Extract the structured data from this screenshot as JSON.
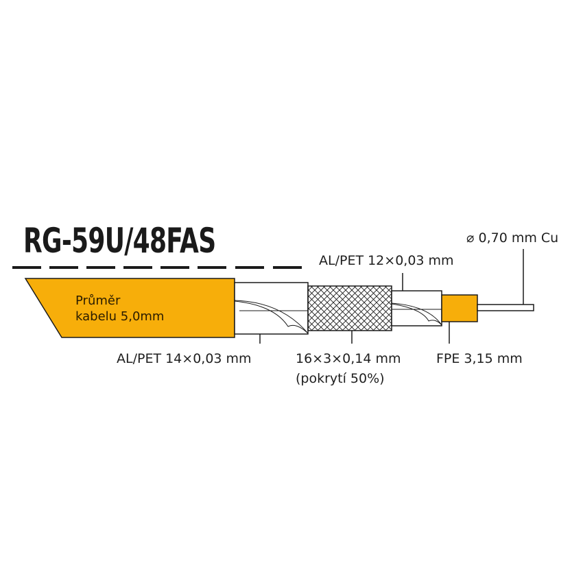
{
  "title": "RG-59U/48FAS",
  "colors": {
    "jacket": "#F7AE0A",
    "dielectric": "#F7AE0A",
    "line": "#1a1a1a",
    "background": "#ffffff"
  },
  "jacket_label": {
    "line1": "Průměr",
    "line2": "kabelu 5,0mm"
  },
  "labels": {
    "outer_foil": "AL/PET 14×0,03 mm",
    "braid": "16×3×0,14 mm",
    "braid_coverage": "(pokrytí 50%)",
    "inner_foil": "AL/PET 12×0,03 mm",
    "dielectric": "FPE 3,15 mm",
    "conductor": "⌀ 0,70 mm Cu"
  }
}
